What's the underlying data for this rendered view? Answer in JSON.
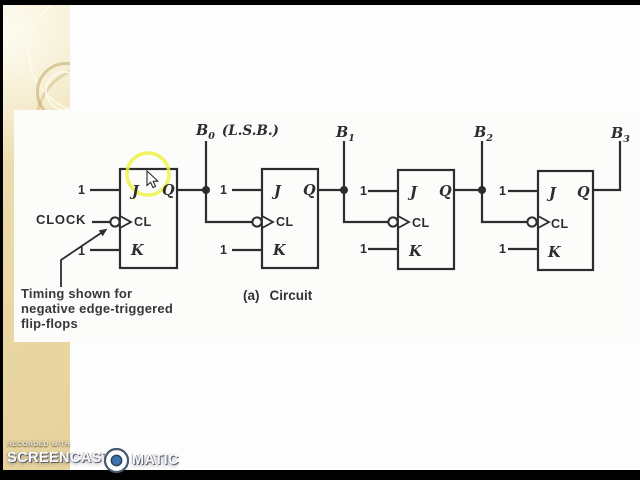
{
  "meta": {
    "description": "Screencast video frame of a slide: 4-bit ripple counter made of J-K flip-flops",
    "caption_index": "(a)",
    "caption_text": "Circuit"
  },
  "colors": {
    "letterbox": "#000000",
    "sidebar_beige": "#ecdcab",
    "ink": "#2d2d2d",
    "highlight_ring": "#edf23f",
    "watermark_blue": "#3d72ae"
  },
  "figure": {
    "clock_label": "CLOCK",
    "const_one": "1",
    "flip_flops": [
      {
        "j": "J",
        "clock": "CL",
        "k": "K",
        "q": "Q"
      },
      {
        "j": "J",
        "clock": "CL",
        "k": "K",
        "q": "Q"
      },
      {
        "j": "J",
        "clock": "CL",
        "k": "K",
        "q": "Q"
      },
      {
        "j": "J",
        "clock": "CL",
        "k": "K",
        "q": "Q"
      }
    ],
    "outputs": [
      {
        "base": "B",
        "sub": "0",
        "suffix": "(L.S.B.)"
      },
      {
        "base": "B",
        "sub": "1",
        "suffix": ""
      },
      {
        "base": "B",
        "sub": "2",
        "suffix": ""
      },
      {
        "base": "B",
        "sub": "3",
        "suffix": ""
      }
    ],
    "note_lines": [
      "Timing shown for",
      "negative edge-triggered",
      "flip-flops"
    ]
  },
  "watermark": {
    "recorded_with": "RECORDED WITH",
    "brand_left": "SCREENCAST",
    "brand_right": "MATIC",
    "icon": "screencast-o-matic-circle-icon"
  }
}
